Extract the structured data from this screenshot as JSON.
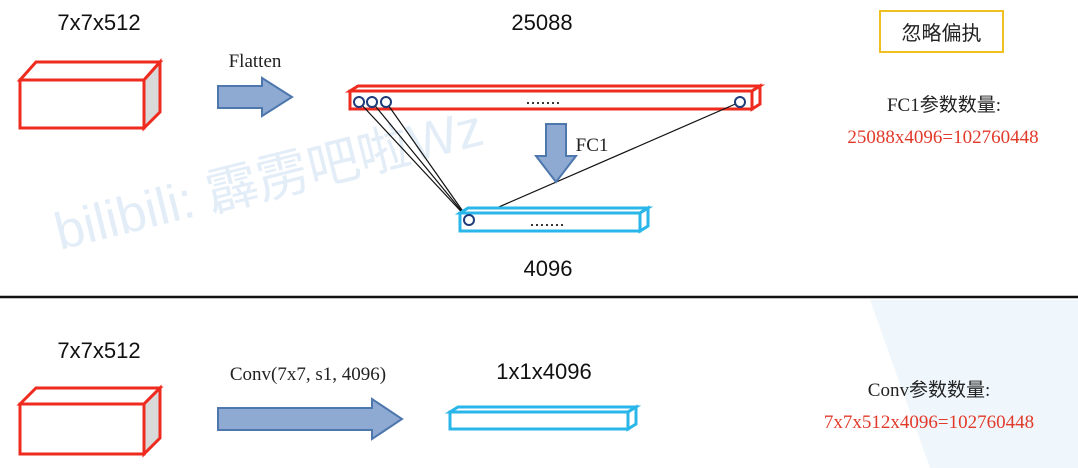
{
  "top": {
    "input_label": "7x7x512",
    "arrow_label": "Flatten",
    "flat_label": "25088",
    "fc_label": "FC1",
    "output_label": "4096",
    "dots": ".......",
    "params_title": "FC1参数数量:",
    "params_value": "25088x4096=102760448"
  },
  "bottom": {
    "input_label": "7x7x512",
    "arrow_label": "Conv(7x7, s1, 4096)",
    "output_label": "1x1x4096",
    "params_title": "Conv参数数量:",
    "params_value": "7x7x512x4096=102760448"
  },
  "tag": "忽略偏执",
  "watermark": "bilibili: 霹雳吧啦Wz",
  "colors": {
    "red": "#ee2b1e",
    "blue": "#29b6e8",
    "arrow": "#8eaad2",
    "arrow_stroke": "#4d77ad",
    "value_red": "#e23a2a"
  }
}
